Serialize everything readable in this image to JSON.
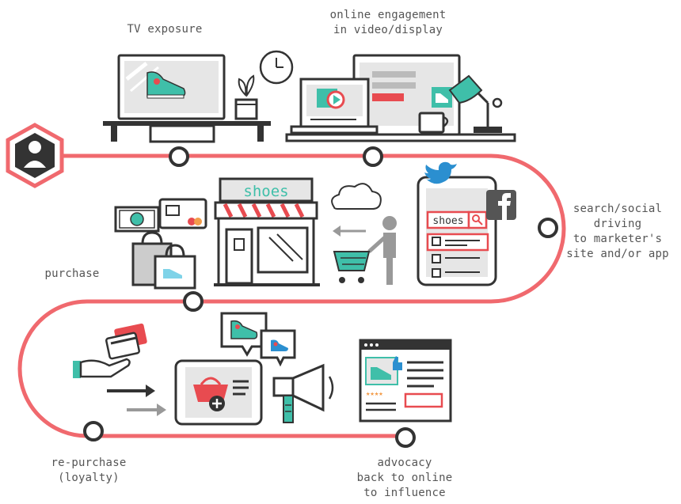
{
  "labels": {
    "tv_exposure": "TV exposure",
    "online_engagement": "online engagement\nin video/display",
    "search_social": "search/social\ndriving\nto marketer's\nsite and/or app",
    "purchase": "purchase",
    "repurchase": "re-purchase\n(loyalty)",
    "advocacy": "advocacy\nback to online\nto influence"
  },
  "store_sign": "shoes",
  "search_box": "shoes",
  "social_icons": [
    "twitter-icon",
    "facebook-icon"
  ],
  "colors": {
    "path": "#f0696e",
    "red": "#e84b50",
    "teal": "#3fbfa9",
    "blue": "#2b8fd0",
    "dark": "#333333",
    "gray": "#9a9a9a",
    "light": "#e6e6e6"
  }
}
